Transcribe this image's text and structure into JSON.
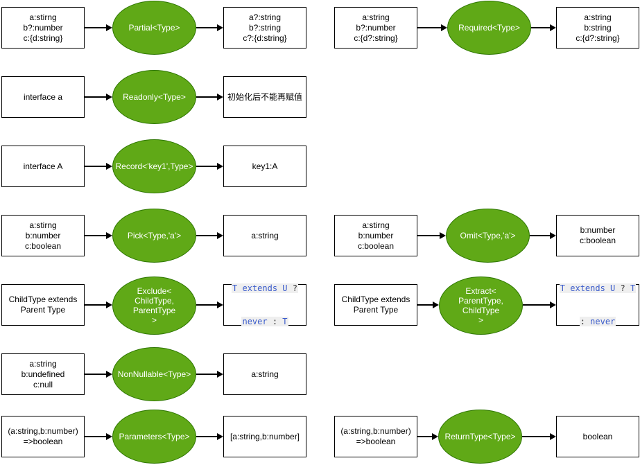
{
  "colors": {
    "shape_fill": "#60a917",
    "shape_border": "#2d7600",
    "rect_border": "#000000",
    "code_keyword_blue": "#3b5ccc",
    "code_operator_dark": "#333333",
    "code_highlight_bg": "#efefef",
    "canvas_bg": "#ffffff"
  },
  "flows": [
    {
      "id": "partial",
      "input": "a:stirng\nb?:number\nc:{d:string}",
      "operator": "Partial<Type>",
      "output": "a?:string\nb?:string\nc?:{d:string}"
    },
    {
      "id": "required",
      "input": "a:string\nb?:number\nc:{d?:string}",
      "operator": "Required<Type>",
      "output": "a:string\nb:string\nc:{d?:string}"
    },
    {
      "id": "readonly",
      "input": "interface a",
      "operator": "Readonly<Type>",
      "output": "初始化后不能再赋值"
    },
    {
      "id": "record",
      "input": "interface A",
      "operator": "Record<'key1',Type>",
      "output": "key1:A"
    },
    {
      "id": "pick",
      "input": "a:stirng\nb:number\nc:boolean",
      "operator": "Pick<Type,'a'>",
      "output": "a:string"
    },
    {
      "id": "omit",
      "input": "a:stirng\nb:number\nc:boolean",
      "operator": "Omit<Type,'a'>",
      "output": "b:number\nc:boolean"
    },
    {
      "id": "exclude",
      "input": "ChildType extends\nParent Type",
      "operator": "Exclude<\nChildType,\nParentType\n>",
      "output_lines": [
        [
          "T extends U ",
          "?",
          ""
        ],
        [
          "never ",
          ":",
          " T"
        ]
      ]
    },
    {
      "id": "extract",
      "input": "ChildType extends\nParent Type",
      "operator": "Extract<\nParentType,\nChildType\n>",
      "output_lines": [
        [
          "T extends U ",
          "?",
          " T"
        ],
        [
          "",
          ":",
          " never"
        ]
      ]
    },
    {
      "id": "nonnullable",
      "input": "a:string\nb:undefined\nc:null",
      "operator": "NonNullable<Type>",
      "output": "a:string"
    },
    {
      "id": "parameters",
      "input": "(a:string,b:number)\n=>boolean",
      "operator": "Parameters<Type>",
      "output": "[a:string,b:number]"
    },
    {
      "id": "returntype",
      "input": "(a:string,b:number)\n=>boolean",
      "operator": "ReturnType<Type>",
      "output": "boolean"
    }
  ]
}
